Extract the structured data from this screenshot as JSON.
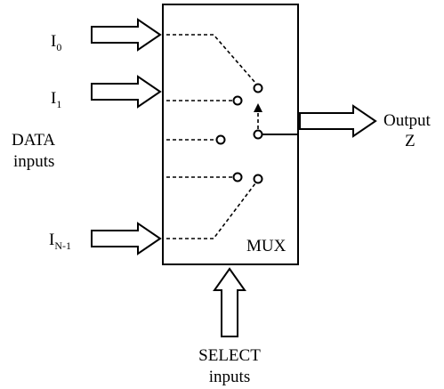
{
  "inputs": {
    "i0": {
      "base": "I",
      "sub": "0"
    },
    "i1": {
      "base": "I",
      "sub": "1"
    },
    "in1": {
      "base": "I",
      "sub": "N-1"
    }
  },
  "data_inputs_label": {
    "line1": "DATA",
    "line2": "inputs"
  },
  "mux_label": "MUX",
  "output_label": {
    "line1": "Output",
    "line2": "Z"
  },
  "select_label": {
    "line1": "SELECT",
    "line2": "inputs"
  },
  "colors": {
    "stroke": "#000000",
    "fill": "#ffffff"
  }
}
